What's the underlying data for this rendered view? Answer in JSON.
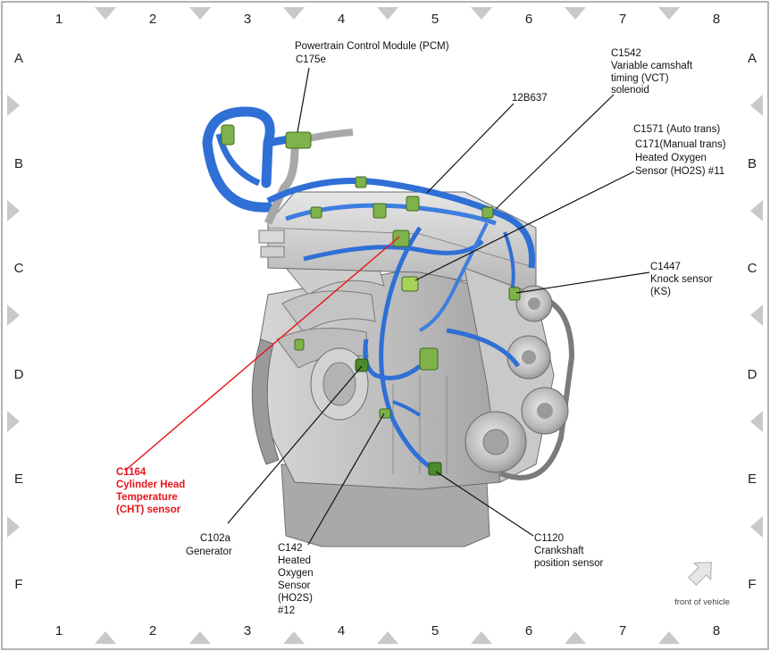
{
  "grid": {
    "columns": [
      "1",
      "2",
      "3",
      "4",
      "5",
      "6",
      "7",
      "8"
    ],
    "rows": [
      "A",
      "B",
      "C",
      "D",
      "E",
      "F"
    ]
  },
  "callouts": {
    "pcm": {
      "line1": "Powertrain Control Module (PCM)",
      "line2": "C175e"
    },
    "vct": {
      "line1": "C1542",
      "line2": "Variable camshaft",
      "line3": "timing (VCT)",
      "line4": "solenoid"
    },
    "harness": {
      "line1": "12B637"
    },
    "ho2s11": {
      "line1": "C1571 (Auto trans)",
      "line2": "C171(Manual trans)",
      "line3": "Heated Oxygen",
      "line4": "Sensor (HO2S) #11"
    },
    "ks": {
      "line1": "C1447",
      "line2": "Knock sensor",
      "line3": "(KS)"
    },
    "cht": {
      "line1": "C1164",
      "line2": "Cylinder Head",
      "line3": "Temperature",
      "line4": "(CHT) sensor"
    },
    "generator": {
      "line1": "C102a",
      "line2": "Generator"
    },
    "ho2s12": {
      "line1": "C142",
      "line2": "Heated",
      "line3": "Oxygen",
      "line4": "Sensor",
      "line5": "(HO2S)",
      "line6": "#12"
    },
    "ckp": {
      "line1": "C1120",
      "line2": "Crankshaft",
      "line3": "position sensor"
    }
  },
  "front_indicator": {
    "label": "front of vehicle"
  },
  "colors": {
    "harness": "#2f6fd6",
    "connector": "#7fb24a",
    "highlight": "#e8141b",
    "marker": "#c8c8c8"
  }
}
